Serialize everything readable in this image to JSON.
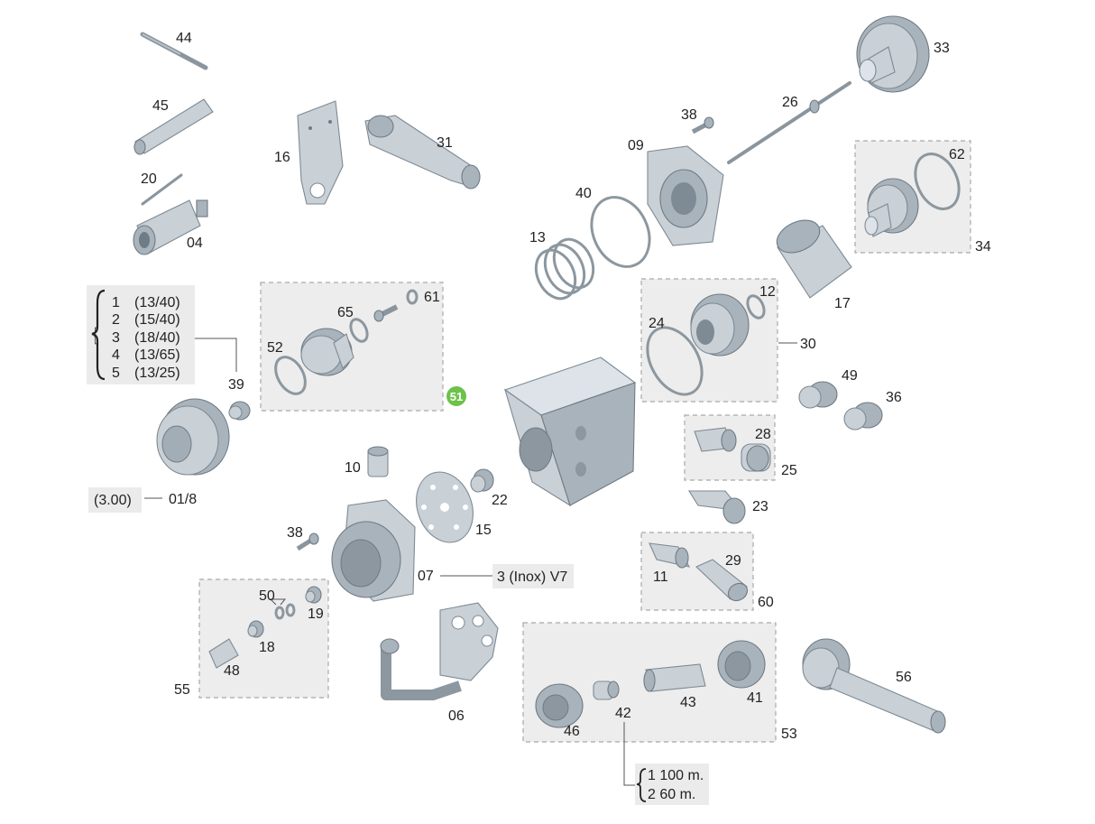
{
  "labels": {
    "p44": "44",
    "p45": "45",
    "p20": "20",
    "p04": "04",
    "p16": "16",
    "p31": "31",
    "p38a": "38",
    "p09": "09",
    "p26": "26",
    "p33": "33",
    "p40": "40",
    "p13": "13",
    "p62": "62",
    "p34": "34",
    "p17": "17",
    "p12": "12",
    "p24": "24",
    "p30": "30",
    "p65": "65",
    "p61": "61",
    "p52": "52",
    "p39": "39",
    "p51": "51",
    "p49": "49",
    "p36": "36",
    "p28": "28",
    "p25": "25",
    "p10": "10",
    "p22": "22",
    "p15": "15",
    "p23": "23",
    "p01_8": "01/8",
    "p38b": "38",
    "p07": "07",
    "p29": "29",
    "p11": "11",
    "p60": "60",
    "p50": "50",
    "p19": "19",
    "p18": "18",
    "p48": "48",
    "p55": "55",
    "p06": "06",
    "p46": "46",
    "p42": "42",
    "p43": "43",
    "p41": "41",
    "p53": "53",
    "p56": "56"
  },
  "callouts": {
    "ring_sizes": [
      "1",
      "(13/40)",
      "2",
      "(15/40)",
      "3",
      "(18/40)",
      "4",
      "(13/65)",
      "5",
      "(13/25)"
    ],
    "weight": "(3.00)",
    "inox": "3 (Inox) V7",
    "lengths": [
      "1 100 m.",
      "2 60 m."
    ]
  },
  "colors": {
    "badge": "#6cc24a",
    "box_fill": "#ebebeb",
    "group_fill": "#ededed"
  }
}
